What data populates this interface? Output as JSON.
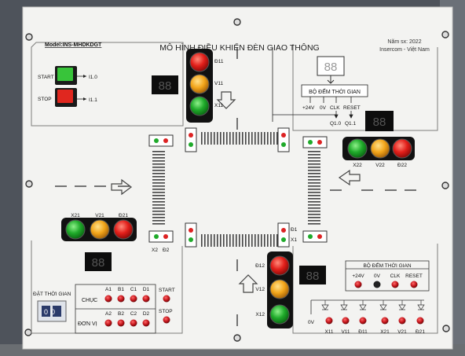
{
  "header": {
    "model": "Model:INS-MHDKDGT",
    "title": "MÔ HÌNH ĐIỀU KHIỂN ĐÈN GIAO THÔNG",
    "year": "Năm sx: 2022",
    "maker": "Insercom - Việt Nam"
  },
  "controls": {
    "start_label": "START",
    "start_addr": "I1.0",
    "stop_label": "STOP",
    "stop_addr": "I1.1"
  },
  "lights": {
    "north": {
      "red": "Đ11",
      "yellow": "V11",
      "green": "X11"
    },
    "east": {
      "green": "X22",
      "yellow": "V22",
      "red": "Đ22"
    },
    "west": {
      "green": "X21",
      "yellow": "V21",
      "red": "Đ21"
    },
    "south": {
      "red": "Đ12",
      "yellow": "V12",
      "green": "X12"
    }
  },
  "corners": {
    "bottom_left_labels": [
      "X2",
      "Đ2"
    ],
    "bottom_right_labels": [
      "Đ1",
      "X1"
    ]
  },
  "displays": {
    "digits": "88"
  },
  "counter_top": {
    "title": "BỘ ĐẾM THỜI GIAN",
    "terminals": [
      "+24V",
      "0V",
      "CLK",
      "RESET"
    ],
    "outputs": [
      "Q1.0",
      "Q1.1"
    ]
  },
  "counter_bottom": {
    "title": "BỘ ĐẾM THỜI GIAN",
    "terminals": [
      "+24V",
      "0V",
      "CLK",
      "RESET"
    ]
  },
  "time_set": {
    "label": "ĐẶT THỜI GIAN",
    "switch_digits": "00",
    "row1_label": "CHỤC",
    "row2_label": "ĐƠN VỊ",
    "row1_jacks": [
      "A1",
      "B1",
      "C1",
      "D1"
    ],
    "row2_jacks": [
      "A2",
      "B2",
      "C2",
      "D2"
    ],
    "start_label": "START",
    "stop_label": "STOP"
  },
  "outputs_bottom": {
    "ground": "0V",
    "jacks": [
      "X11",
      "V11",
      "Đ11",
      "X21",
      "V21",
      "Đ21"
    ]
  }
}
